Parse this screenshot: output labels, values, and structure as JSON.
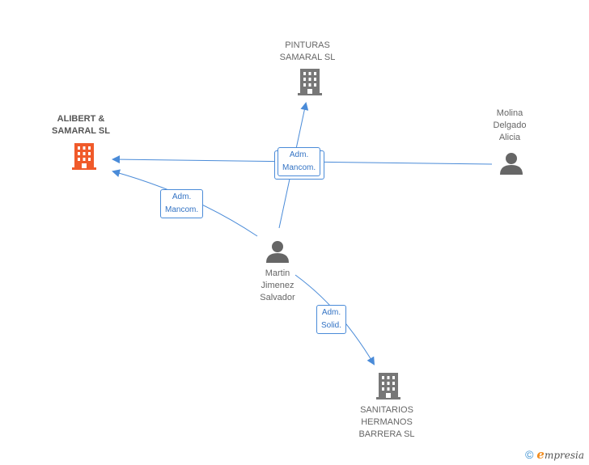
{
  "nodes": {
    "pinturas": {
      "label": "PINTURAS\nSAMARAL SL"
    },
    "alibert": {
      "label": "ALIBERT &\nSAMARAL SL"
    },
    "molina": {
      "label": "Molina\nDelgado\nAlicia"
    },
    "martin": {
      "label": "Martin\nJimenez\nSalvador"
    },
    "sanitarios": {
      "label": "SANITARIOS\nHERMANOS\nBARRERA SL"
    }
  },
  "edges": {
    "top_mancom": "Adm.\nMancom.",
    "left_mancom": "Adm.\nMancom.",
    "solid": "Adm.\nSolid."
  },
  "brand": {
    "copyright": "©",
    "e": "e",
    "rest": "mpresia"
  },
  "colors": {
    "edge": "#4a8bd8",
    "building": "#777777",
    "building_main": "#f05a2a",
    "person": "#666666"
  }
}
